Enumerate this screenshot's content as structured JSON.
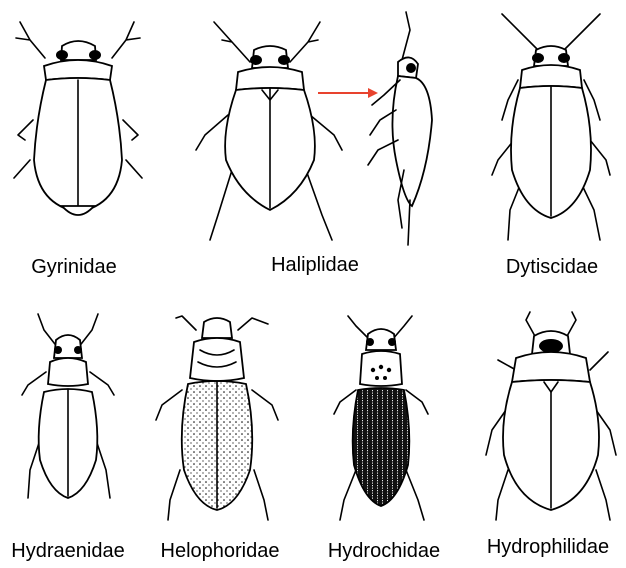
{
  "figure": {
    "labels": {
      "gyrinidae": "Gyrinidae",
      "haliplidae": "Haliplidae",
      "dytiscidae": "Dytiscidae",
      "hydraenidae": "Hydraenidae",
      "helophoridae": "Helophoridae",
      "hydrochidae": "Hydrochidae",
      "hydrophilidae": "Hydrophilidae"
    },
    "colors": {
      "arrow": "#e8432e",
      "ink": "#000000"
    }
  }
}
